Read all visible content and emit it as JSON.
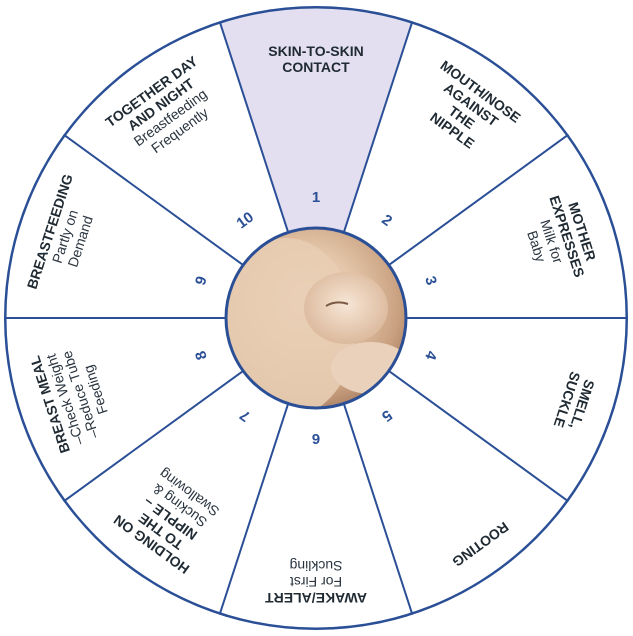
{
  "colors": {
    "ring": "#2a4f96",
    "highlight": "#e3dff0",
    "text": "#1f2a33",
    "number": "#2a4f96"
  },
  "center_image": {
    "name": "breastfeeding-baby-photo"
  },
  "segments": [
    {
      "number": "1",
      "title": [
        "SKIN-TO-SKIN",
        "CONTACT"
      ],
      "subtitle": [],
      "highlighted": true
    },
    {
      "number": "2",
      "title": [
        "MOUTH/NOSE",
        "AGAINST",
        "THE",
        "NIPPLE"
      ],
      "subtitle": [],
      "highlighted": false
    },
    {
      "number": "3",
      "title": [
        "MOTHER",
        "EXPRESSES"
      ],
      "subtitle": [
        "Milk for",
        "Baby"
      ],
      "highlighted": false
    },
    {
      "number": "4",
      "title": [
        "SMELL,",
        "SUCKLE"
      ],
      "subtitle": [],
      "highlighted": false
    },
    {
      "number": "5",
      "title": [
        "ROOTING"
      ],
      "subtitle": [],
      "highlighted": false
    },
    {
      "number": "6",
      "title": [
        "AWAKE/ALERT"
      ],
      "subtitle": [
        "For First",
        "Suckling"
      ],
      "highlighted": false
    },
    {
      "number": "7",
      "title": [
        "HOLDING ON",
        "TO THE",
        "NIPPLE –"
      ],
      "subtitle": [
        "Sucking &",
        "Swallowing"
      ],
      "highlighted": false
    },
    {
      "number": "8",
      "title": [
        "BREAST MEAL"
      ],
      "subtitle": [
        "–Check Weight",
        "–Reduce Tube",
        "Feeding"
      ],
      "highlighted": false
    },
    {
      "number": "9",
      "title": [
        "BREASTFEEDING"
      ],
      "subtitle": [
        "Partly on",
        "Demand"
      ],
      "highlighted": false
    },
    {
      "number": "10",
      "title": [
        "TOGETHER DAY",
        "AND NIGHT"
      ],
      "subtitle": [
        "Breastfeeding",
        "Frequently"
      ],
      "highlighted": false
    }
  ]
}
